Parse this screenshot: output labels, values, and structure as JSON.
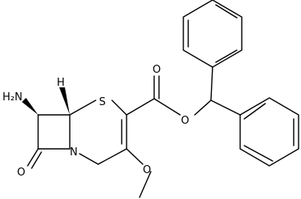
{
  "molecule": {
    "labels": {
      "amine": "H₂N",
      "hydrogen": "H",
      "sulfur": "S",
      "nitrogen": "N",
      "lactam_oxygen": "O",
      "carbonyl_oxygen": "O",
      "ester_oxygen": "O",
      "methoxy_oxygen": "O"
    }
  }
}
